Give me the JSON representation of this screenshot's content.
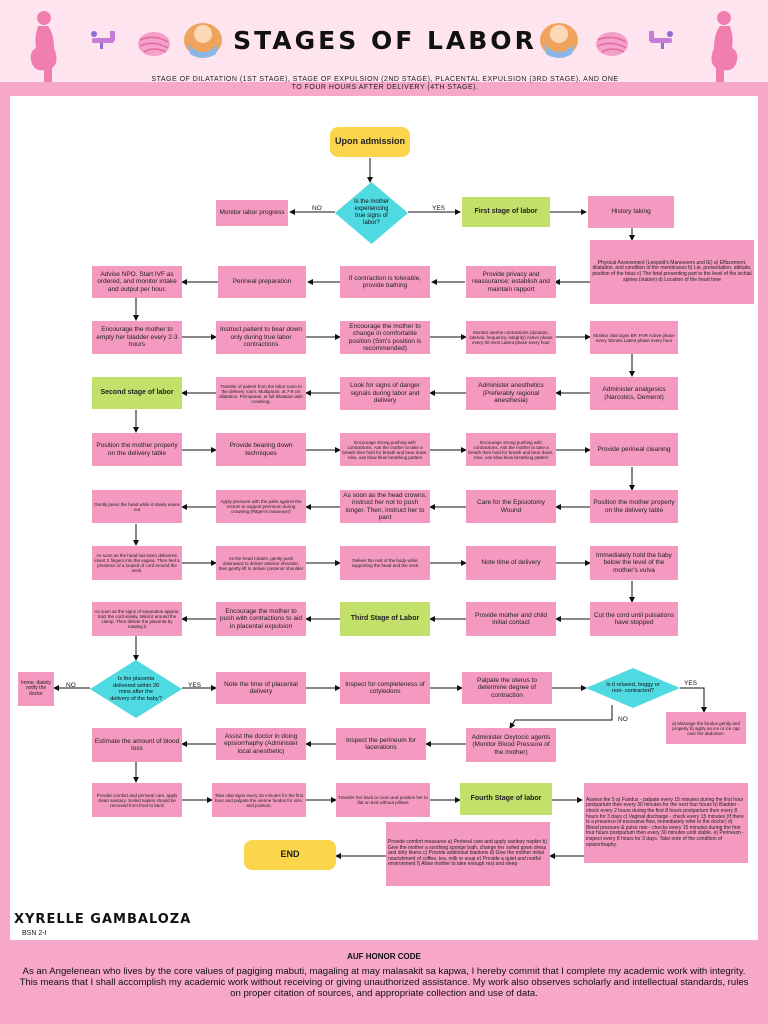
{
  "header": {
    "title": "STAGES OF LABOR",
    "subtitle": "STAGE OF DILATATION (1ST STAGE), STAGE OF EXPULSION (2ND STAGE), PLACENTAL EXPULSION (3RD STAGE), AND ONE TO FOUR HOURS AFTER DELIVERY (4TH STAGE)."
  },
  "labels": {
    "yes": "YES",
    "no": "NO"
  },
  "flow": {
    "admission": "Upon admission",
    "q_true_labor": "Is the mother experiencing true signs of labor?",
    "monitor_progress": "Monitor labor progress",
    "first_stage": "First stage of labor",
    "history": "History taking",
    "physical_assessment": "Physical Assessment (Leopold's Maneuvers and IE) a) Effacement, dilatation, and condition of the membranes b) Lie, presentation, attitude, position of the fetus c) The fetal presenting part to the level of the ischial spines (station) d) Location of the heart tone",
    "privacy": "Provide privacy and reassurance; establish and maintain rapport",
    "contraction_tolerable": "If contraction is tolerable, provide bathing",
    "perineal_prep": "Perineal preparation",
    "npo_ivf": "Advise NPO. Start IVF as ordered, and monitor intake and output per hour.",
    "empty_bladder": "Encourage the mother to empty her bladder every 2-3 hours",
    "no_bear_down": "Instruct patient to bear down only during true labor contractions",
    "comfortable_position": "Encourage the mother to change in comfortable position (Sim's position is recommended)",
    "monitor_contractions": "Monitor uterine contractions (duration, interval, frequency, integrity) Active phase every 30 mins Latent phase every hour",
    "monitor_vitals": "Monitor vital signs BP, FHR Active phase every 30mins Latent phase every hour",
    "analgesics": "Administer analgesics (Narcotics, Demerol)",
    "anesthetics": "Administer anesthetics (Preferably regional anesthesia)",
    "danger_signs": "Look for signs of danger signals during labor and delivery",
    "transfer_delivery": "Transfer of patient from the labor room to the delivery room. Multiparas: at 7-8 cm dilatation. Primiparas: at full dilatation with crowning.",
    "second_stage": "Second stage of labor",
    "position_delivery_table": "Position the mother properly on the delivery table",
    "bearing_down": "Provide bearing down techniques",
    "encourage_pushing_a": "Encourage strong pushing with contractions. Ask the mother to take a breath then hold for breath and bear down. Also, use blow blow breathing pattern",
    "encourage_pushing_b": "Encourage strong pushing with contractions. Ask the mother to take a breath then hold for breath and bear down. Also, use blow blow breathing pattern",
    "perineal_cleaning": "Provide perineal cleaning",
    "position_again": "Position the mother properly on the delivery table",
    "episiotomy_care": "Care for the Episiotomy Wound",
    "head_crowns": "As soon as the head crowns, instruct her not to push longer. Then, instruct her to pant",
    "apply_pressure": "Apply pressure with the palm against the rectum to support perineum during crowning (Ritgen's maneuver)",
    "press_head": "Gently press the head while it slowly eases out",
    "cord_check": "As soon as the head has been delivered, insert 2 fingers into the vagina. Then feel a presence of a looped of cord around the neck.",
    "head_rotates": "As the head rotates, gently push downward to deliver anterior shoulder, then gently lift to deliver posterior shoulder",
    "deliver_body": "Deliver the rest of the body while supporting the head and the neck",
    "note_time": "Note time of delivery",
    "hold_baby": "Immediately hold the baby below the level of the mother's vulva",
    "cut_cord": "Cut the cord until pulsations have stopped",
    "mother_child_contact": "Provide mother and child initial contact",
    "third_stage": "Third Stage of Labor",
    "encourage_push_placenta": "Encourage the mother to push with contractions to aid in placental expulsion",
    "separation_signs": "As soon as the signs of separation appear, tract the cord slowly. Wind it around the clamp. Then deliver the placenta by rotating it",
    "q_placenta": "Is the placenta delivered within 20 mins after the delivery of the baby?",
    "notify_doctor": "Imme- diately notify the doctor",
    "placental_time": "Note the time of placental delivery",
    "inspect_cotyledons": "Inspect for completeness of cotyledons",
    "palpate_uterus": "Palpate the uterus to determine degree of contraction",
    "q_relaxed": "Is it relaxed, boggy or non- contracted?",
    "massage_fundus": "a) Massage the fundus gently and properly b) apply an ice or ice cap over the abdomen.",
    "oxytocic": "Administer Oxytocic agents (Monitor Blood Pressure of the mother)",
    "inspect_perineum": "Inspect the perineum for lacerations",
    "episiorrhaphy": "Assist the doctor in doing episiorrhaphy (Administer local anesthetic)",
    "blood_loss": "Estimate the amount of blood loss",
    "comfort_care": "Provide comfort and perineal care, apply clean sanitary. Soiled napkin should be removed from front to back",
    "vital_signs_15": "Take vital signs every 15 minutes for the first hour and palpate the uterine fundus for size, and position.",
    "transfer_room": "Transfer her back to room and position her to flat on bed without pillows",
    "fourth_stage": "Fourth Stage of labor",
    "assess_5": "Assess the 5 a) Fundus - palpate every 15 minutes during the first hour postpartum then every 30 minutes for the next four hours b) Bladder - check every 2 hours during the first 8 hours postpartum then every 8 hours for 3 days c) Vaginal discharge - check every 15 minutes (If there is a presence of excessive flow, immediately refer to the doctor) d) Blood pressure & pulse rate - checks every 15 minutes during the first four hours postpartum then every 30 minutes until stable. e) Perineum - inspect every 8 hours for 3 days. Take note of the condition of episiorrhaphy.",
    "comfort_measures": "Provide comfort measures a) Perineal care and apply sanitary napkin b) Give the mother a soothing sponge bath, change her soiled gown dress and dirty linens c) Provide additional blankets d) Give the mother initial nourishment of coffee, tea, milk or soup e) Provide a quiet and restful environment f) Allow mother to take enough rest and sleep",
    "end": "END"
  },
  "footer": {
    "author": "XYRELLE GAMBALOZA",
    "course": "BSN 2-I",
    "honor_title": "AUF HONOR CODE",
    "honor_text": "As an Angelenean who lives by the core values of pagiging mabuti, magaling at may malasakit sa kapwa, I hereby commit that I complete my academic work with integrity. This means that I shall accomplish my academic work without receiving or giving unauthorized assistance. My work also observes scholarly and intellectual standards, rules on proper citation of sources, and appropriate collection and use of data."
  },
  "colors": {
    "process": "#f49ac1",
    "stage": "#c3e06a",
    "terminal": "#fbd54b",
    "decision": "#4fd9e0",
    "background": "#f7a8c8",
    "banner": "#fde4ef"
  },
  "icons": [
    "pregnant-silhouette-icon",
    "dental-chair-icon",
    "yarn-ball-icon",
    "swaddled-baby-icon"
  ]
}
